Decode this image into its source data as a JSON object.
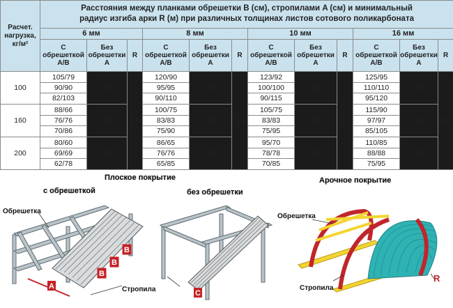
{
  "table": {
    "title_line1": "Расстояния между планками обрешетки B (см), стропилами A (см) и минимальный",
    "title_line2": "радиус изгиба арки R (м) при различных толщинах листов сотового поликарбоната",
    "load_header": "Расчет. нагрузка, кг/м²",
    "col_with": "С обрешеткой A/B",
    "col_without": "Без обрешетки A",
    "col_r": "R",
    "groups": [
      {
        "thickness": "6 мм",
        "r": "1,0"
      },
      {
        "thickness": "8 мм",
        "r": "1,5"
      },
      {
        "thickness": "10 мм",
        "r": "1,7"
      },
      {
        "thickness": "16 мм",
        "r": "2,8"
      }
    ],
    "rows": [
      {
        "load": "100",
        "g6": [
          "105/79",
          "90/90",
          "82/103"
        ],
        "n6": "55",
        "g8": [
          "120/90",
          "95/95",
          "90/110"
        ],
        "n8": "60",
        "g10": [
          "123/92",
          "100/100",
          "90/115"
        ],
        "n10": "65",
        "g16": [
          "125/95",
          "110/110",
          "95/120"
        ],
        "n16": "80"
      },
      {
        "load": "160",
        "g6": [
          "88/66",
          "76/76",
          "70/86"
        ],
        "n6": "43",
        "g8": [
          "100/75",
          "83/83",
          "75/90"
        ],
        "n8": "45",
        "g10": [
          "105/75",
          "83/83",
          "75/95"
        ],
        "n10": "50",
        "g16": [
          "115/90",
          "97/97",
          "85/105"
        ],
        "n16": "65"
      },
      {
        "load": "200",
        "g6": [
          "80/60",
          "69/69",
          "62/78"
        ],
        "n6": "38",
        "g8": [
          "86/65",
          "76/76",
          "65/85"
        ],
        "n8": "40",
        "g10": [
          "95/70",
          "78/78",
          "70/85"
        ],
        "n10": "40",
        "g16": [
          "110/85",
          "88/88",
          "75/95"
        ],
        "n16": "55"
      }
    ]
  },
  "figures": {
    "flat_title": "Плоское покрытие",
    "with_lath": "с обрешеткой",
    "without_lath": "без обрешетки",
    "arch_title": "Арочное покрытие",
    "label_lath": "Обрешетка",
    "label_rafter": "Стропила",
    "label_a": "A",
    "label_b": "B",
    "label_c": "C",
    "label_r": "R"
  },
  "colors": {
    "header_bg": "#c9e2ee",
    "dark_cell": "#1b1b1b",
    "arch_frame": "#c0262b",
    "poly_sheet": "#2fb2b4",
    "lath": "#f2d531"
  }
}
